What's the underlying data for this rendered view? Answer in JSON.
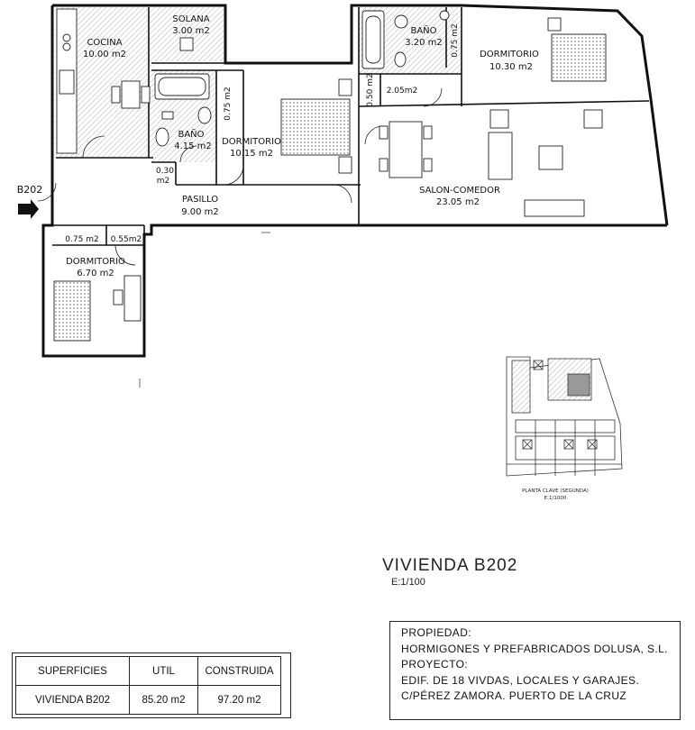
{
  "plan": {
    "entrance_label": "B202",
    "rooms": {
      "solana": {
        "name": "SOLANA",
        "area": "3.00 m2"
      },
      "cocina": {
        "name": "COCINA",
        "area": "10.00 m2"
      },
      "bano_1": {
        "name": "BAÑO",
        "area": "4.15 m2"
      },
      "bano_2": {
        "name": "BAÑO",
        "area": "3.20 m2"
      },
      "dormitorio_main": {
        "name": "DORMITORIO",
        "area": "10.15 m2"
      },
      "dormitorio_ne": {
        "name": "DORMITORIO",
        "area": "10.30 m2"
      },
      "dormitorio_sw": {
        "name": "DORMITORIO",
        "area": "6.70 m2"
      },
      "pasillo": {
        "name": "PASILLO",
        "area": "9.00 m2"
      },
      "salon": {
        "name": "SALON-COMEDOR",
        "area": "23.05 m2"
      }
    },
    "closets": {
      "c1": "0.75 m2",
      "c2": "0.30\nm2",
      "c3": "0.75 m2",
      "c4": "0.50 m2",
      "c5": "2.05m2",
      "c6": "0.75 m2",
      "c7": "0.55m2"
    }
  },
  "keyplan": {
    "caption_line1": "PLANTA CLAVE (SEGUNDA)",
    "caption_line2": "E:1/1000"
  },
  "heading": {
    "title": "VIVIENDA B202",
    "scale": "E:1/100"
  },
  "project_info": {
    "lines": [
      "PROPIEDAD:",
      "HORMIGONES Y PREFABRICADOS DOLUSA, S.L.",
      "PROYECTO:",
      "EDIF. DE 18 VIVDAS, LOCALES Y GARAJES.",
      "C/PÉREZ ZAMORA. PUERTO DE LA CRUZ"
    ]
  },
  "areas_table": {
    "headers": [
      "SUPERFICIES",
      "UTIL",
      "CONSTRUIDA"
    ],
    "rows": [
      [
        "VIVIENDA B202",
        "85.20 m2",
        "97.20 m2"
      ]
    ]
  }
}
